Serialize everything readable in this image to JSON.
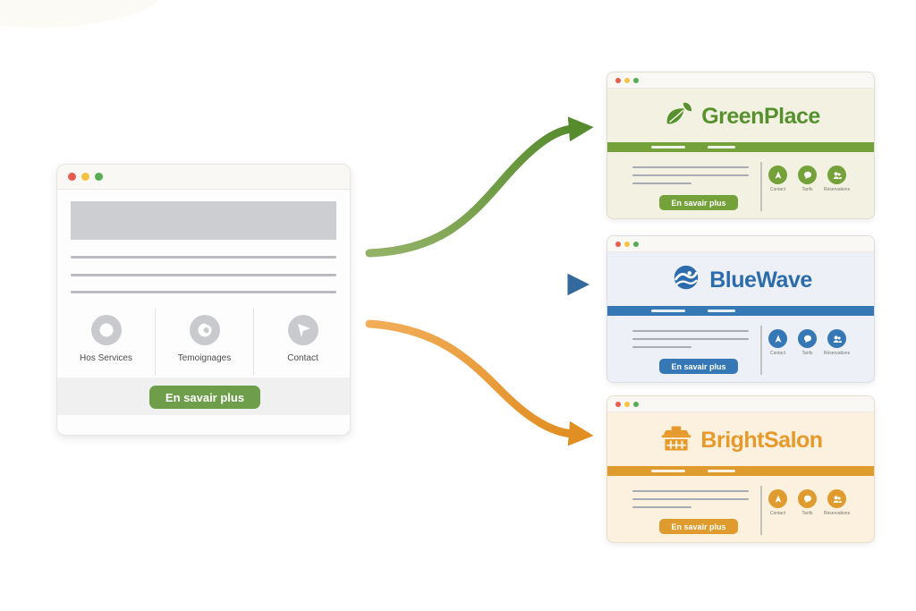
{
  "colors": {
    "source_cta_green": "#6f9e4b",
    "green_accent": "#74a13a",
    "green_logo": "#57912e",
    "green_card_bg": "#f2f1e2",
    "blue_accent": "#3678b6",
    "blue_logo": "#2d6cac",
    "blue_card_bg": "#edf1f7",
    "orange_accent": "#e09b2f",
    "orange_logo": "#e8992b",
    "orange_card_bg": "#fbf1de",
    "arrow_green": "#6d9a42",
    "arrow_blue": "#3d77ab",
    "arrow_orange": "#eca045",
    "traffic_red": "#e85c50",
    "traffic_yellow": "#f2c440",
    "traffic_green": "#56ad52"
  },
  "source_window": {
    "sections": [
      {
        "label": "Hos Services",
        "icon": "ring-icon"
      },
      {
        "label": "Temoignages",
        "icon": "spiral-icon"
      },
      {
        "label": "Contact",
        "icon": "cursor-arrow-icon"
      }
    ],
    "cta_label": "En savair plus"
  },
  "variants": [
    {
      "name": "GreenPlace",
      "logo_icon": "leaf-icon",
      "accent": "#74a13a",
      "cta_label": "En savair plus",
      "features": [
        {
          "label": "Contact",
          "icon": "marker-icon"
        },
        {
          "label": "Tarifs",
          "icon": "chat-icon"
        },
        {
          "label": "Réservations",
          "icon": "people-icon"
        }
      ]
    },
    {
      "name": "BlueWave",
      "logo_icon": "wave-icon",
      "accent": "#3678b6",
      "cta_label": "En savair plus",
      "features": [
        {
          "label": "Contact",
          "icon": "marker-icon"
        },
        {
          "label": "Tarifs",
          "icon": "chat-icon"
        },
        {
          "label": "Réservations",
          "icon": "people-icon"
        }
      ]
    },
    {
      "name": "BrightSalon",
      "logo_icon": "building-icon",
      "accent": "#e09b2f",
      "cta_label": "En savair plus",
      "features": [
        {
          "label": "Contact",
          "icon": "marker-icon"
        },
        {
          "label": "Tarifs",
          "icon": "chat-icon"
        },
        {
          "label": "Réservations",
          "icon": "people-icon"
        }
      ]
    }
  ],
  "arrows": [
    {
      "target": "GreenPlace",
      "color": "#6d9a42",
      "shape": "s-curve-up"
    },
    {
      "target": "BlueWave",
      "color": "#3d77ab",
      "shape": "straight"
    },
    {
      "target": "BrightSalon",
      "color": "#eca045",
      "shape": "s-curve-down"
    }
  ]
}
